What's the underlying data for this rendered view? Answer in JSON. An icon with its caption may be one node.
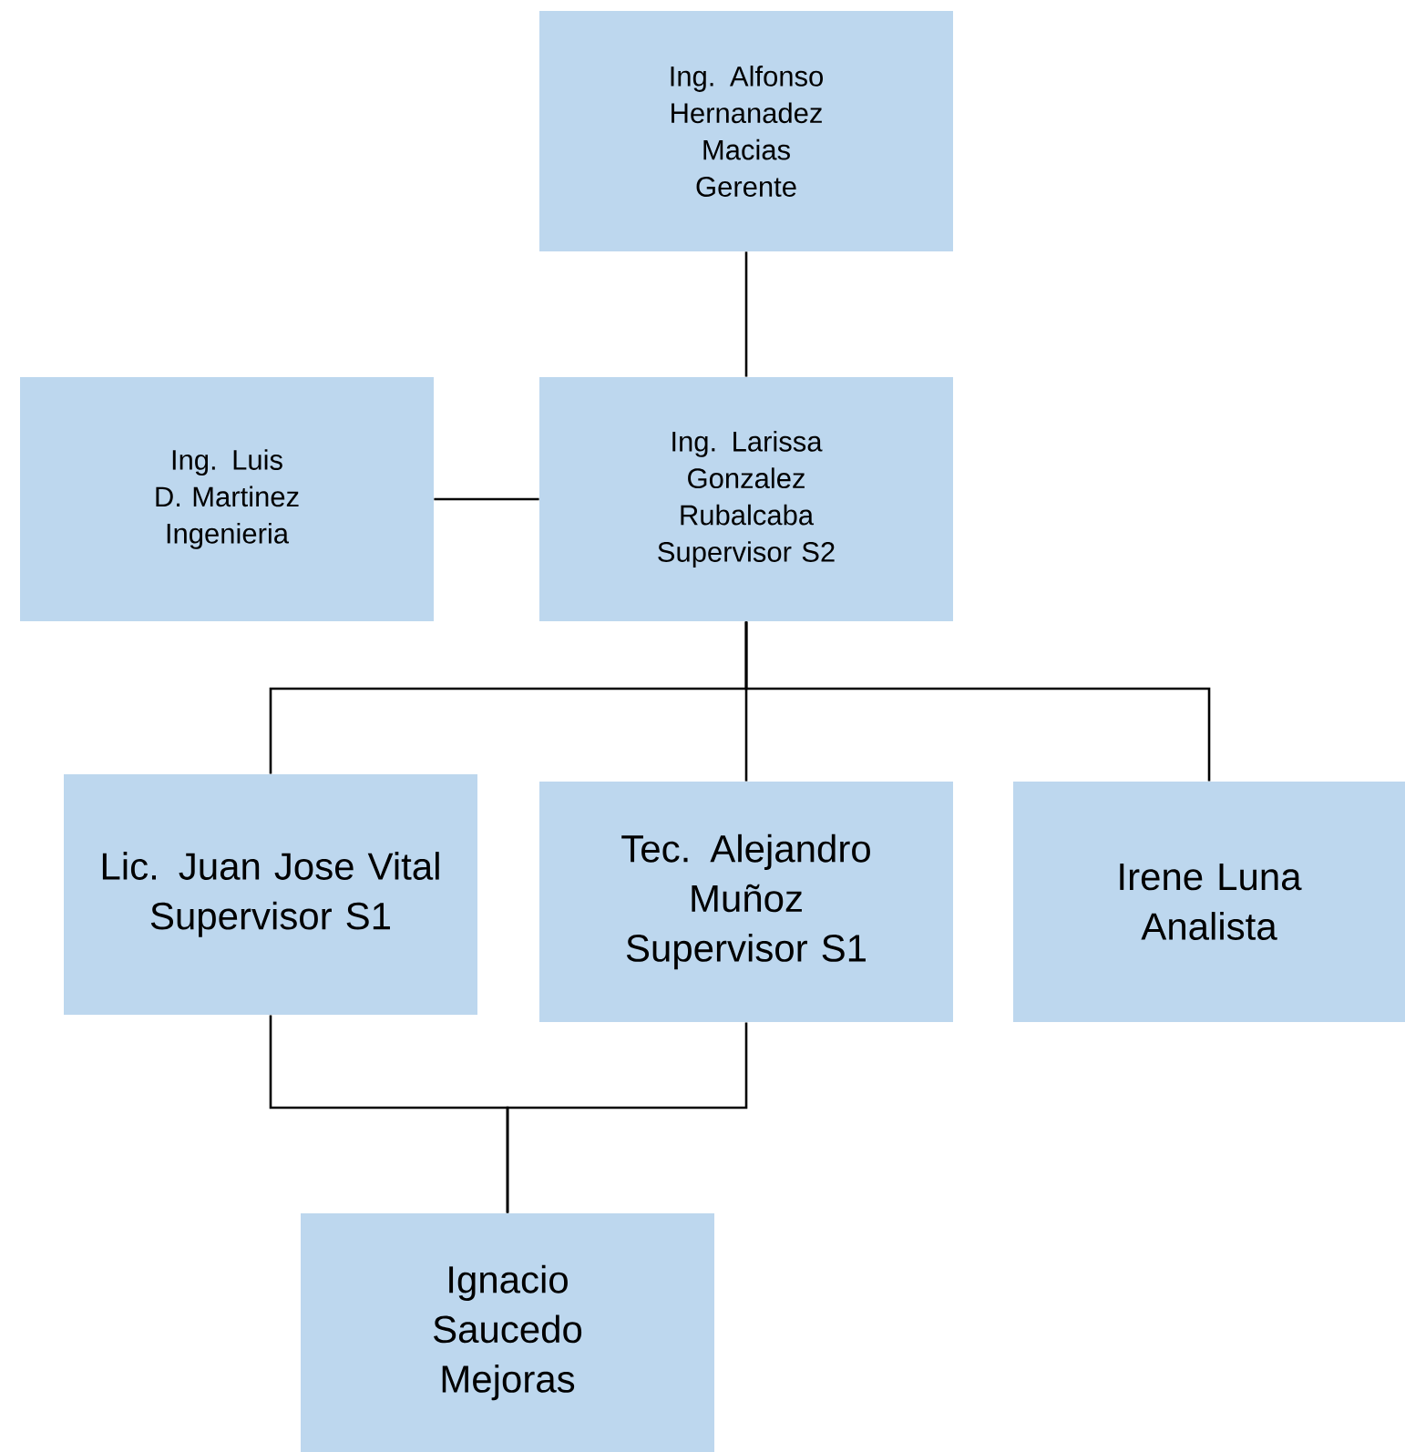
{
  "diagram": {
    "nodes": [
      {
        "text": [
          "Ing. Alfonso Hernanadez Macias",
          "Gerente"
        ]
      },
      {
        "text": [
          "Ing. Luis D. Martinez",
          "Ingenieria"
        ]
      },
      {
        "text": [
          "Ing. Larissa Gonzalez Rubalcaba",
          "Supervisor S2"
        ]
      },
      {
        "text": [
          "Lic. Juan Jose Vital",
          "Supervisor S1"
        ]
      },
      {
        "text": [
          "Tec. Alejandro Muñoz",
          "Supervisor S1"
        ]
      },
      {
        "text": [
          "Irene Luna",
          "Analista"
        ]
      },
      {
        "text": [
          "Ignacio Saucedo",
          "Mejoras"
        ]
      }
    ],
    "edges": [
      {
        "from": 0,
        "to": 2,
        "arrow": "none"
      },
      {
        "from": 1,
        "to": 2,
        "arrow": "none"
      },
      {
        "from": 2,
        "to": 3,
        "arrow": "none"
      },
      {
        "from": 2,
        "to": 4,
        "arrow": "none"
      },
      {
        "from": 2,
        "to": 5,
        "arrow": "none"
      },
      {
        "from": 3,
        "to": 6,
        "arrow": "none"
      },
      {
        "from": 4,
        "to": 6,
        "arrow": "none"
      }
    ]
  }
}
